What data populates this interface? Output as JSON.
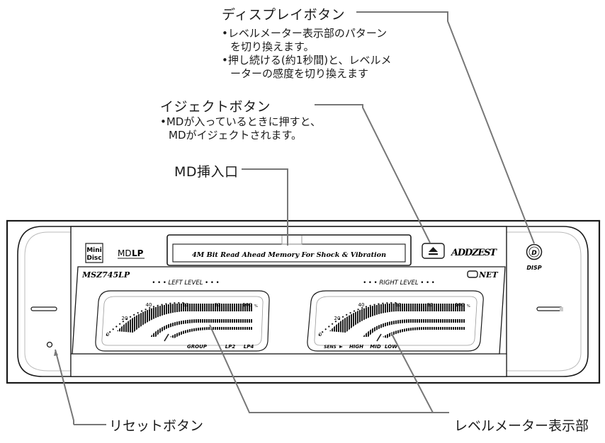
{
  "callouts": {
    "display_button": {
      "title": "ディスプレイボタン",
      "lines": [
        "•レベルメーター表示部のパターン",
        "を切り換えます。",
        "•押し続ける(約1秒間)と、レベルメ",
        "ーターの感度を切り換えます"
      ]
    },
    "eject_button": {
      "title": "イジェクトボタン",
      "lines": [
        "•MDが入っているときに押すと、",
        "MDがイジェクトされます。"
      ]
    },
    "md_slot": {
      "title": "MD挿入口"
    },
    "reset_button": {
      "title": "リセットボタン"
    },
    "level_meter": {
      "title": "レベルメーター表示部"
    }
  },
  "device": {
    "slot_text": "4M Bit Read Ahead Memory For Shock & Vibration",
    "minidisc_logo": [
      "Mini",
      "Disc"
    ],
    "mdlp_logo_md": "MD",
    "mdlp_logo_lp": "LP",
    "brand": "ADDZEST",
    "model": "MSZ745LP",
    "network_logo": "NET",
    "disp_icon_letter": "D",
    "disp_label": "DISP",
    "left_level_label": "• • •  LEFT LEVEL  • • •",
    "right_level_label": "• • •  RIGHT LEVEL  • • •",
    "scale": [
      "0",
      "20",
      "40",
      "60",
      "80",
      "100"
    ],
    "scale_unit": "%",
    "left_bottom_labels": {
      "group": "GROUP",
      "lp2": "LP2",
      "lp4": "LP4"
    },
    "right_bottom_labels": {
      "sens": "SENS",
      "high": "HIGH",
      "mid": "MID",
      "low": "LOW"
    }
  },
  "colors": {
    "line": "#777777",
    "panel_outline": "#1a1a1a",
    "meter_fill": "#1a1a1a"
  }
}
